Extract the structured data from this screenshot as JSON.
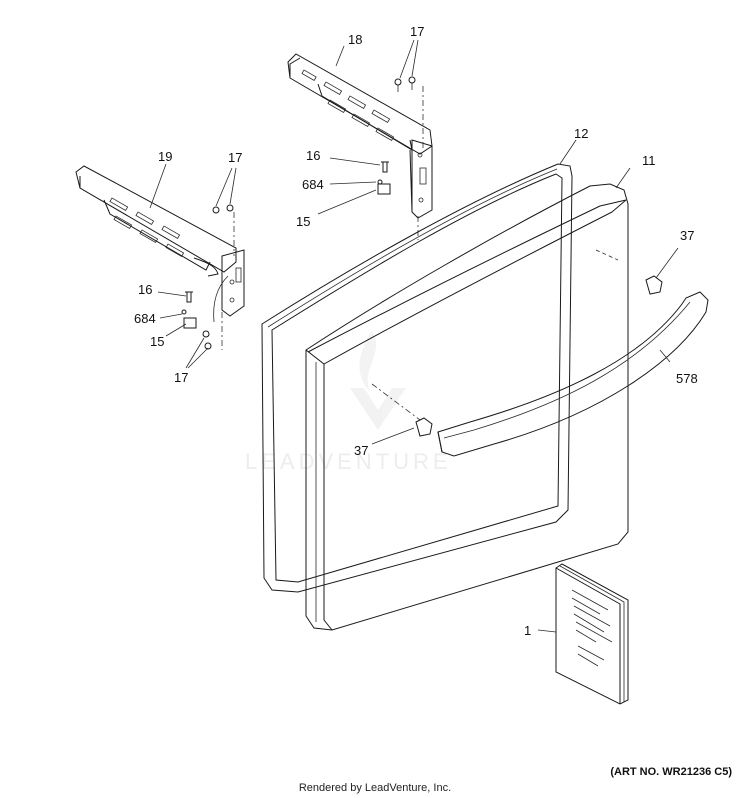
{
  "callouts": {
    "c18": "18",
    "c17_top": "17",
    "c16_top": "16",
    "c684_top": "684",
    "c15_top": "15",
    "c19": "19",
    "c17_left": "17",
    "c16_left": "16",
    "c684_left": "684",
    "c15_left": "15",
    "c17_bottom": "17",
    "c12": "12",
    "c11": "11",
    "c37_right": "37",
    "c578": "578",
    "c37_left": "37",
    "c1": "1"
  },
  "watermark": "LEADVENTURE",
  "art_number": "(ART NO. WR21236 C5)",
  "footer": "Rendered by LeadVenture, Inc."
}
